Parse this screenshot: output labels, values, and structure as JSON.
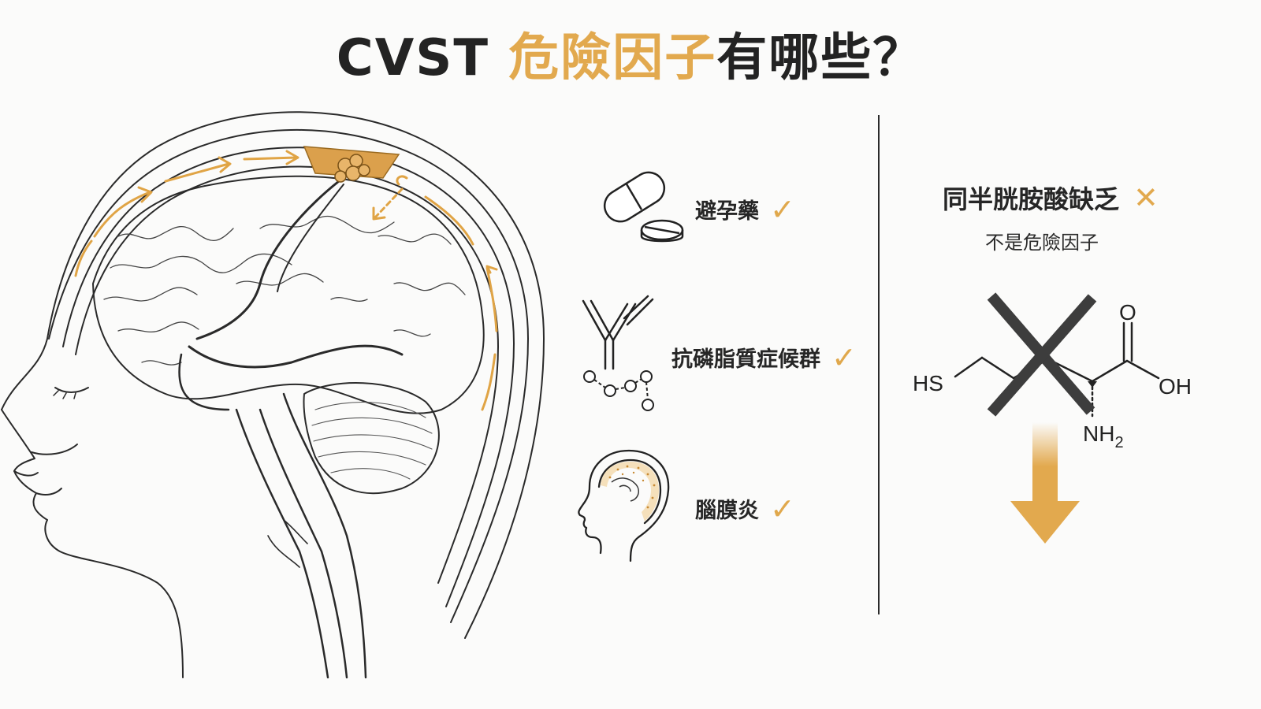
{
  "title": {
    "prefix": "CVST ",
    "highlight": "危險因子",
    "suffix": "有哪些？"
  },
  "risk_factors": [
    {
      "label": "避孕藥",
      "mark": "✓",
      "icon": "pill-icon"
    },
    {
      "label": "抗磷脂質症候群",
      "mark": "✓",
      "icon": "antibody-icon"
    },
    {
      "label": "腦膜炎",
      "mark": "✓",
      "icon": "meningitis-head-icon"
    }
  ],
  "not_risk": {
    "title": "同半胱胺酸缺乏",
    "mark": "✕",
    "subtitle": "不是危險因子",
    "molecule_labels": {
      "thiol": "HS",
      "carbonyl": "O",
      "hydroxyl": "OH",
      "amine": "NH",
      "amine_subscript": "2"
    }
  },
  "colors": {
    "accent": "#e2a94e",
    "ink": "#232323",
    "background": "#fbfbfa"
  }
}
